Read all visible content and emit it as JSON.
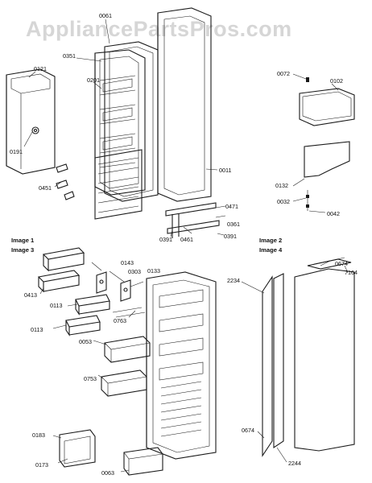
{
  "watermark": "AppliancePartsPros.com",
  "image_labels": {
    "image1": "Image 1",
    "image3": "Image 3",
    "image2": "Image 2",
    "image4": "Image 4"
  },
  "parts": {
    "p0061": "0061",
    "p0351": "0351",
    "p0121": "0121",
    "p0201": "0201",
    "p0191": "0191",
    "p0451": "0451",
    "p0011": "0011",
    "p0471": "0471",
    "p0361": "0361",
    "p0391a": "0391",
    "p0461": "0461",
    "p0391b": "0391",
    "p0072": "0072",
    "p0102": "0102",
    "p0132": "0132",
    "p0032": "0032",
    "p0042": "0042",
    "p0143": "0143",
    "p0303": "0303",
    "p0133": "0133",
    "p0413": "0413",
    "p0113a": "0113",
    "p0113b": "0113",
    "p0763": "0763",
    "p0053": "0053",
    "p0753": "0753",
    "p0183": "0183",
    "p0173": "0173",
    "p0063": "0063",
    "p0674a": "0674",
    "p7164": "7164",
    "p2234": "2234",
    "p0674b": "0674",
    "p2244": "2244"
  }
}
